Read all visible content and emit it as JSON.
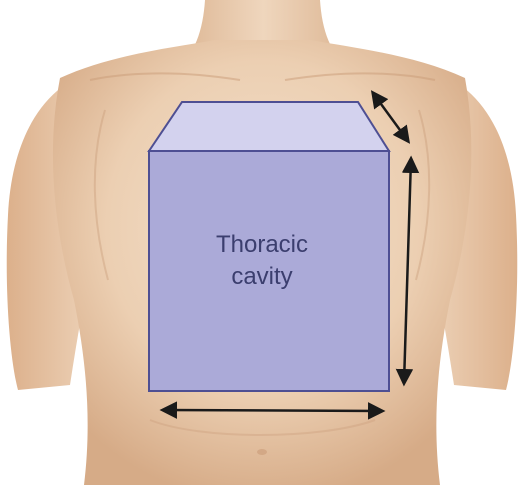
{
  "label": {
    "line1": "Thoracic",
    "line2": "cavity"
  },
  "colors": {
    "background": "#ffffff",
    "skin_light": "#f1dcc6",
    "skin_mid": "#e6c5a6",
    "skin_shadow": "#c99b78",
    "box_front": "#abaad8",
    "box_top": "#d3d2ee",
    "box_edge": "#4e4f93",
    "arrow": "#1a1a1a",
    "label_text": "#3b3e6e"
  },
  "icons": {
    "depth_arrow": "double-headed-arrow",
    "height_arrow": "double-headed-arrow",
    "width_arrow": "double-headed-arrow"
  }
}
